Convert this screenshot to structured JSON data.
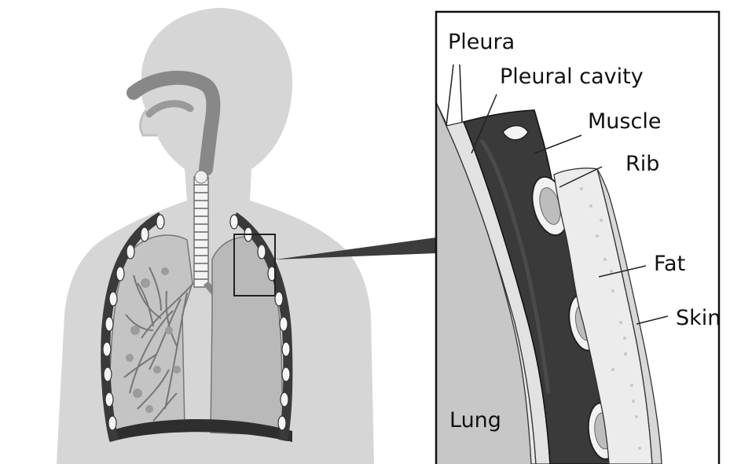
{
  "labels": {
    "pleura": "Pleura",
    "pleural_cavity": "Pleural cavity",
    "muscle": "Muscle",
    "rib": "Rib",
    "fat": "Fat",
    "skin": "Skin",
    "lung": "Lung"
  },
  "colors": {
    "body": "#d6d6d6",
    "lung_right": "#c4c4c4",
    "lung_left": "#b9b9b9",
    "muscle": "#3a3a3a",
    "rib": "#f2f2f2",
    "pleura": "#e6e6e6",
    "fat": "#ebebeb",
    "skin": "#dcdcdc",
    "outline": "#1a1a1a"
  }
}
